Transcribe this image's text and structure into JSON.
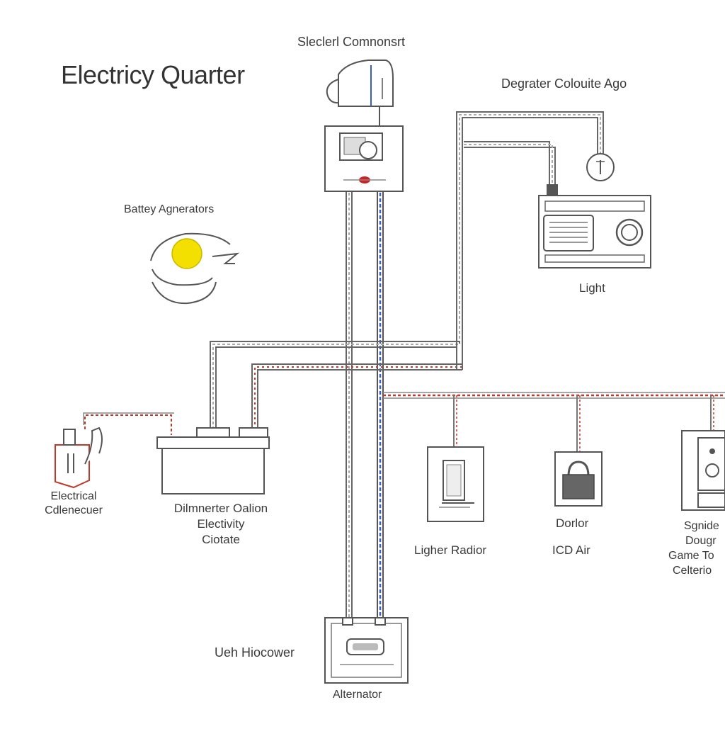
{
  "title": "Electricy Quarter",
  "labels": {
    "top_component": "Sleclerl Comnonsrt",
    "top_right": "Degrater Colouite Ago",
    "battery_gen": "Battey Agnerators",
    "light": "Light",
    "electrical": [
      "Electrical",
      "Cdlenecuer"
    ],
    "battery": [
      "Dilmnerter Oalion",
      "Electivity",
      "Ciotate"
    ],
    "lighter_radior": "Ligher Radior",
    "dorlor": "Dorlor",
    "icd_air": "ICD Air",
    "right_edge": [
      "Sgnide",
      "Dougr",
      "Game To",
      "Celterio"
    ],
    "uleh_hiocower": "Ueh Hiocower",
    "alternator": "Alternator"
  },
  "colors": {
    "line": "#555555",
    "wire_blue": "#3b5fc0",
    "wire_red": "#c0392b",
    "sun": "#f3e000",
    "accent": "#cc2222"
  }
}
